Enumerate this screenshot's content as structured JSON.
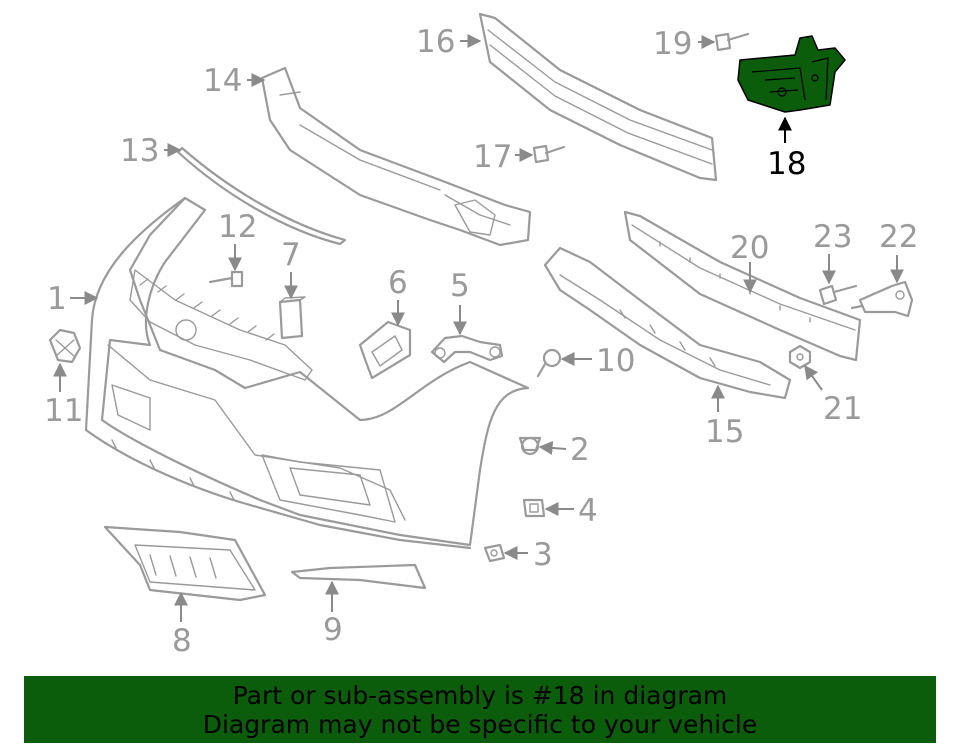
{
  "callouts": {
    "c1": "1",
    "c2": "2",
    "c3": "3",
    "c4": "4",
    "c5": "5",
    "c6": "6",
    "c7": "7",
    "c8": "8",
    "c9": "9",
    "c10": "10",
    "c11": "11",
    "c12": "12",
    "c13": "13",
    "c14": "14",
    "c15": "15",
    "c16": "16",
    "c17": "17",
    "c18": "18",
    "c19": "19",
    "c20": "20",
    "c21": "21",
    "c22": "22",
    "c23": "23"
  },
  "highlight": {
    "part_number": "18",
    "color": "#0b5d0b"
  },
  "banner": {
    "line1": "Part or sub-assembly is #18 in diagram",
    "line2": "Diagram may not be specific to your vehicle",
    "background": "#0b5d0b"
  }
}
